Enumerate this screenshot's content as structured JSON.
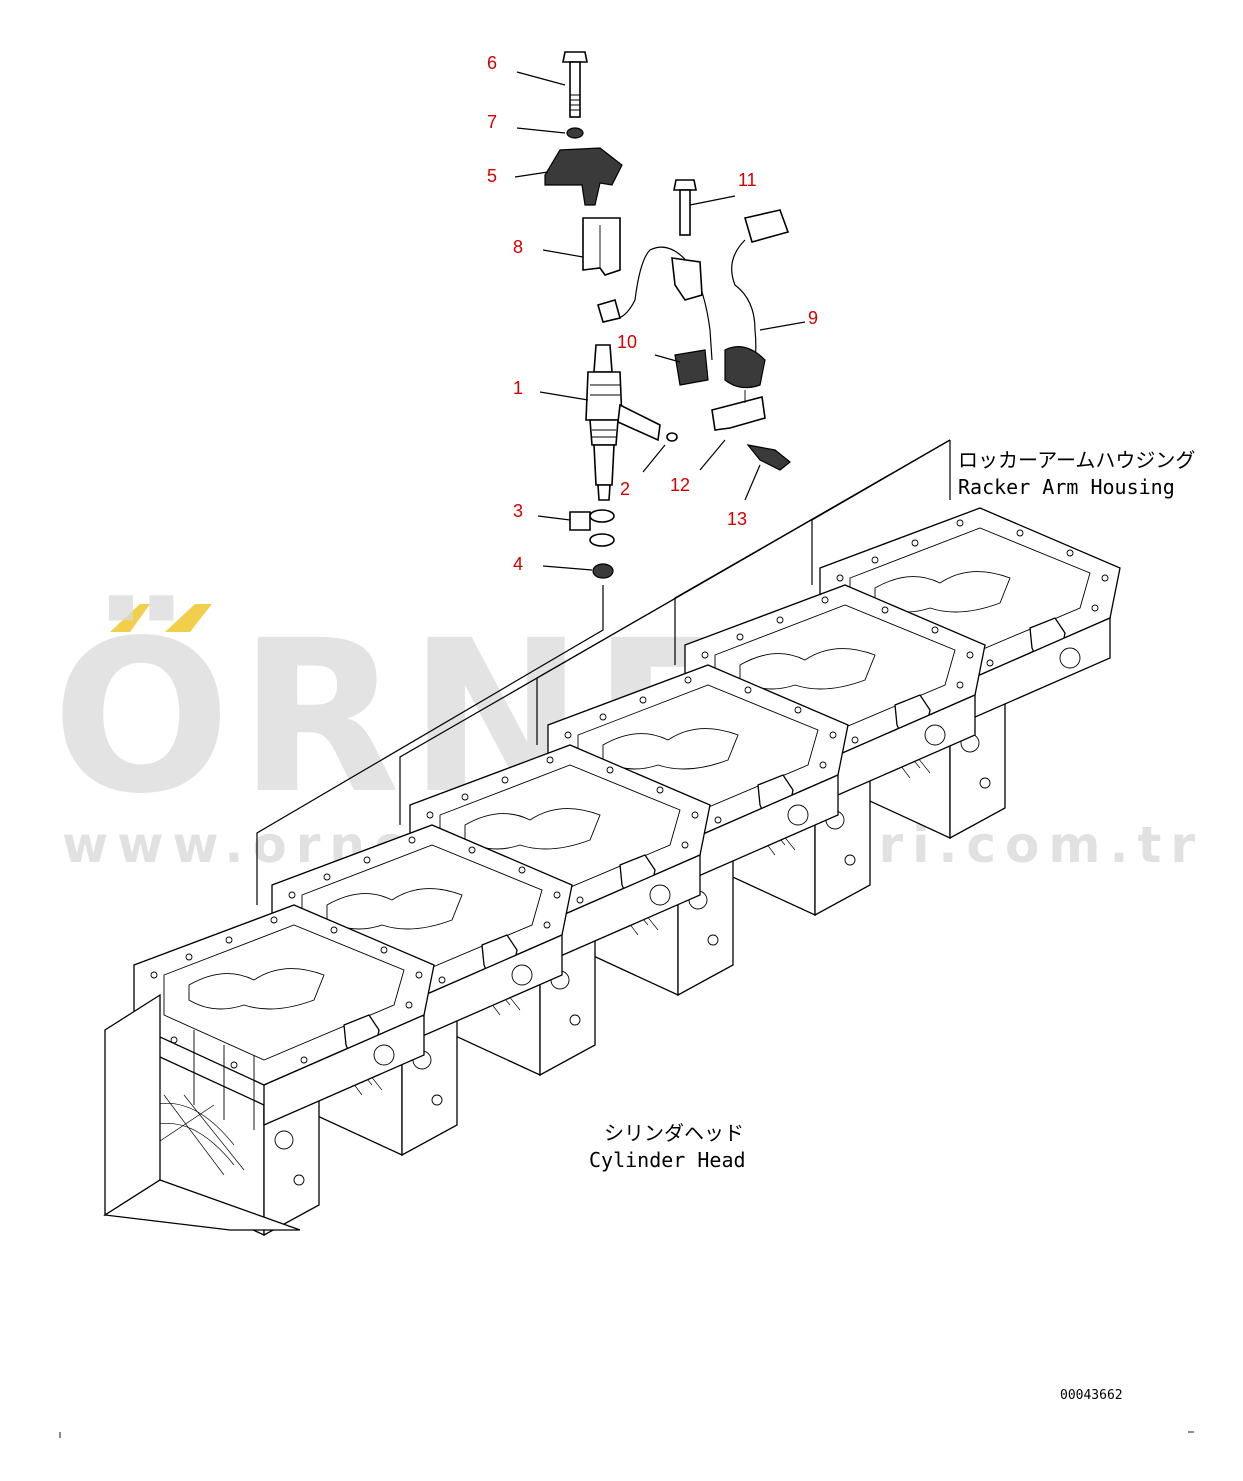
{
  "callouts": [
    {
      "id": "1",
      "label": "1"
    },
    {
      "id": "2",
      "label": "2"
    },
    {
      "id": "3",
      "label": "3"
    },
    {
      "id": "4",
      "label": "4"
    },
    {
      "id": "5",
      "label": "5"
    },
    {
      "id": "6",
      "label": "6"
    },
    {
      "id": "7",
      "label": "7"
    },
    {
      "id": "8",
      "label": "8"
    },
    {
      "id": "9",
      "label": "9"
    },
    {
      "id": "10",
      "label": "10"
    },
    {
      "id": "11",
      "label": "11"
    },
    {
      "id": "12",
      "label": "12"
    },
    {
      "id": "13",
      "label": "13"
    }
  ],
  "labels": {
    "rocker_jp": "ロッカーアームハウジング",
    "rocker_en": "Racker Arm Housing",
    "cylinder_jp": "シリンダヘッド",
    "cylinder_en": "Cylinder Head"
  },
  "drawing_number": "00043662",
  "watermark": {
    "brand": "ÖRNEK",
    "url": "www.ornekisimakinalari.com.tr"
  },
  "colors": {
    "callout": "#d40000",
    "watermark": "#d9d9db",
    "watermark_accent": "#f2cf4a"
  }
}
